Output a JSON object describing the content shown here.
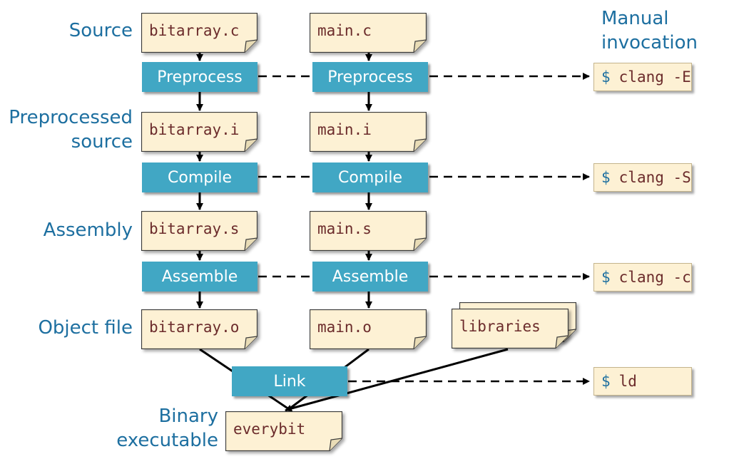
{
  "labels": {
    "source": "Source",
    "preprocessed_line1": "Preprocessed",
    "preprocessed_line2": "source",
    "assembly": "Assembly",
    "object_file": "Object file",
    "binary_line1": "Binary",
    "binary_line2": "executable",
    "manual_line1": "Manual",
    "manual_line2": "invocation"
  },
  "files": {
    "bitarray_c": "bitarray.c",
    "main_c": "main.c",
    "bitarray_i": "bitarray.i",
    "main_i": "main.i",
    "bitarray_s": "bitarray.s",
    "main_s": "main.s",
    "bitarray_o": "bitarray.o",
    "main_o": "main.o",
    "libraries": "libraries",
    "everybit": "everybit"
  },
  "steps": {
    "preprocess": "Preprocess",
    "compile": "Compile",
    "assemble": "Assemble",
    "link": "Link"
  },
  "commands": {
    "prompt": "$",
    "preprocess": "clang -E",
    "compile": "clang -S",
    "assemble": "clang -c",
    "link": "ld"
  },
  "colors": {
    "label_text": "#1d6fa0",
    "step_box": "#41a7c4",
    "file_fill": "#fdf1d4",
    "file_text": "#6b2b2b"
  }
}
